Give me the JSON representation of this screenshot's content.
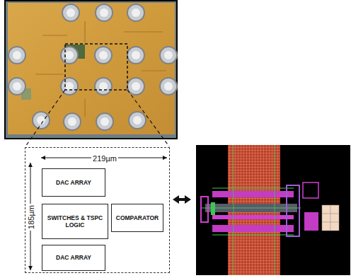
{
  "diagram": {
    "nodes": [
      {
        "text": [
          "219µm",
          "185µm"
        ]
      },
      {
        "text": [
          "DAC ARRAY"
        ],
        "in": 0
      },
      {
        "text": [
          "SWITCHES & TSPC LOGIC"
        ],
        "in": 0
      },
      {
        "text": [
          "COMPARATOR"
        ],
        "in": 0
      },
      {
        "text": [
          "DAC ARRAY"
        ],
        "in": 0
      }
    ]
  }
}
